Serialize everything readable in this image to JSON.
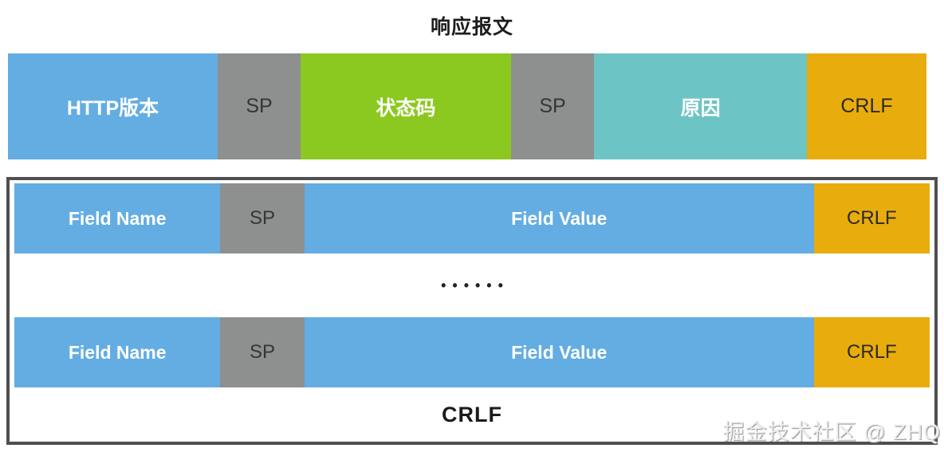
{
  "title": "响应报文",
  "colors": {
    "block_blue": "#63ADE3",
    "block_gray": "#8D908F",
    "block_green": "#8CC920",
    "block_teal": "#6DC4C4",
    "block_orange": "#E9AC0D",
    "box_border": "#4F4F4F",
    "light_text": "#FFFFFF",
    "dark_text": "#333537"
  },
  "status_line": {
    "segments": [
      {
        "label": "HTTP版本"
      },
      {
        "label": "SP"
      },
      {
        "label": "状态码"
      },
      {
        "label": "SP"
      },
      {
        "label": "原因"
      },
      {
        "label": "CRLF"
      }
    ]
  },
  "header_block": {
    "rows": [
      {
        "field_name": "Field Name",
        "sp": "SP",
        "field_value": "Field Value",
        "crlf": "CRLF"
      },
      {
        "field_name": "Field Name",
        "sp": "SP",
        "field_value": "Field Value",
        "crlf": "CRLF"
      }
    ],
    "ellipsis": "••••••",
    "footer_crlf": "CRLF"
  },
  "watermark": "掘金技术社区 @ ZHQ"
}
